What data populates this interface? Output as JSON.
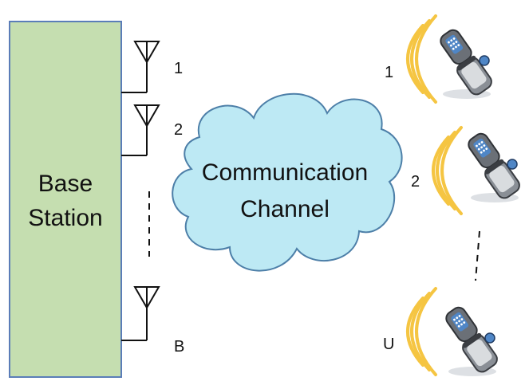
{
  "base_station": {
    "label_line1": "Base",
    "label_line2": "Station",
    "fill_color": "#c5deb0",
    "border_color": "#5b7db8"
  },
  "antennas": [
    {
      "label": "1"
    },
    {
      "label": "2"
    },
    {
      "label": "B"
    }
  ],
  "channel": {
    "label_line1": "Communication",
    "label_line2": "Channel",
    "fill_color": "#bde9f4",
    "border_color": "#4d7fa8"
  },
  "users": [
    {
      "label": "1"
    },
    {
      "label": "2"
    },
    {
      "label": "U"
    }
  ],
  "colors": {
    "signal_wave": "#f5c542",
    "phone_body": "#6b7077",
    "phone_screen": "#4f86c6"
  },
  "icons": {
    "antenna": "antenna-icon",
    "signal": "signal-wave-icon",
    "phone": "mobile-phone-icon"
  }
}
